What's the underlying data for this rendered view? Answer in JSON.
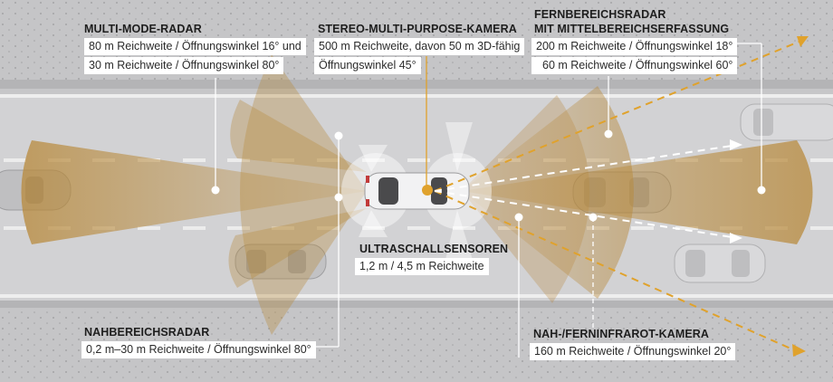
{
  "colors": {
    "background_dotted": "#c4c4c6",
    "road": "#d3d3d5",
    "lane_line": "#eeeeee",
    "cone_gold": "#b8893a",
    "dashed_orange": "#e0a22c",
    "dashed_white": "#ffffff",
    "label_box": "#ffffff",
    "title_text": "#1e1e1e"
  },
  "labels": {
    "multi_mode_radar": {
      "title": "MULTI-MODE-RADAR",
      "lines": [
        "80 m Reichweite / Öffnungswinkel 16° und",
        "30 m Reichweite / Öffnungswinkel 80°"
      ]
    },
    "stereo_camera": {
      "title": "STEREO-MULTI-PURPOSE-KAMERA",
      "lines": [
        "500 m Reichweite, davon 50 m 3D-fähig",
        "Öffnungswinkel 45°"
      ]
    },
    "long_range_radar": {
      "title_line1": "FERNBEREICHSRADAR",
      "title_line2": "MIT MITTELBEREICHSERFASSUNG",
      "lines": [
        "200 m Reichweite / Öffnungswinkel 18°",
        "60 m Reichweite / Öffnungswinkel 60°"
      ]
    },
    "ultrasonic": {
      "title": "ULTRASCHALLSENSOREN",
      "lines": [
        "1,2 m / 4,5 m Reichweite"
      ]
    },
    "short_range_radar": {
      "title": "NAHBEREICHSRADAR",
      "lines": [
        "0,2 m–30 m Reichweite / Öffnungswinkel 80°"
      ]
    },
    "infrared_camera": {
      "title": "NAH-/FERNINFRAROT-KAMERA",
      "lines": [
        "160 m Reichweite / Öffnungswinkel 20°"
      ]
    }
  }
}
